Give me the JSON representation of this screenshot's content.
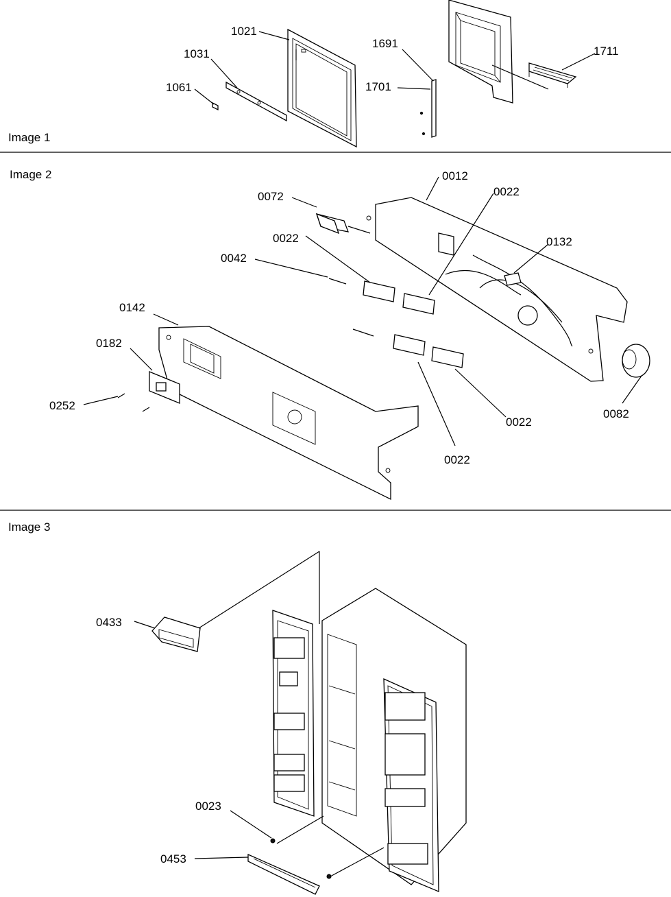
{
  "sections": [
    {
      "id": "image1",
      "title": "Image 1",
      "labels": [
        "1021",
        "1031",
        "1061",
        "1691",
        "1701",
        "1711"
      ]
    },
    {
      "id": "image2",
      "title": "Image 2",
      "labels": [
        "0012",
        "0022",
        "0072",
        "0132",
        "0022",
        "0042",
        "0142",
        "0182",
        "0252",
        "0022",
        "0022",
        "0082"
      ]
    },
    {
      "id": "image3",
      "title": "Image 3",
      "labels": [
        "0433",
        "0023",
        "0453"
      ]
    }
  ]
}
